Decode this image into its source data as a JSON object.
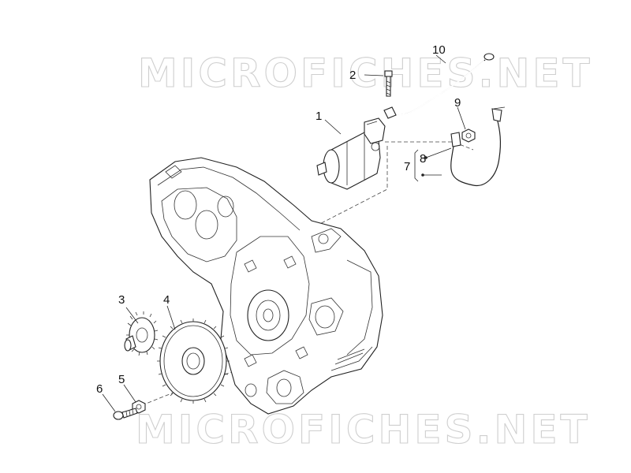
{
  "watermark": {
    "text": "MICROFICHES.NET",
    "color": "#cfcfcf"
  },
  "callouts": {
    "part_1": "1",
    "part_2": "2",
    "part_3": "3",
    "part_4": "4",
    "part_5": "5",
    "part_6": "6",
    "part_7": "7",
    "part_8": "8",
    "part_9": "9",
    "part_10": "10"
  },
  "colors": {
    "line": "#222222",
    "background": "#ffffff",
    "watermark": "#cfcfcf"
  }
}
